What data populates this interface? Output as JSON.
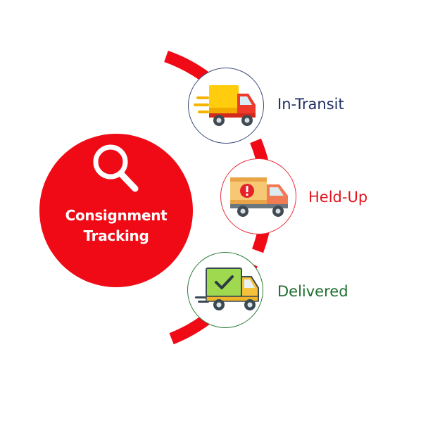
{
  "center": {
    "line1": "Consignment",
    "line2": "Tracking",
    "color": "#f00a16",
    "icon": "magnifier-icon"
  },
  "stages": [
    {
      "label": "In-Transit",
      "color": "#1f2e63",
      "border": "#3b4a7a",
      "icon": "moving-truck-icon"
    },
    {
      "label": "Held-Up",
      "color": "#e4141d",
      "border": "#e8303a",
      "icon": "held-truck-icon"
    },
    {
      "label": "Delivered",
      "color": "#1e6e2e",
      "border": "#2e7d3a",
      "icon": "delivered-truck-icon"
    }
  ]
}
